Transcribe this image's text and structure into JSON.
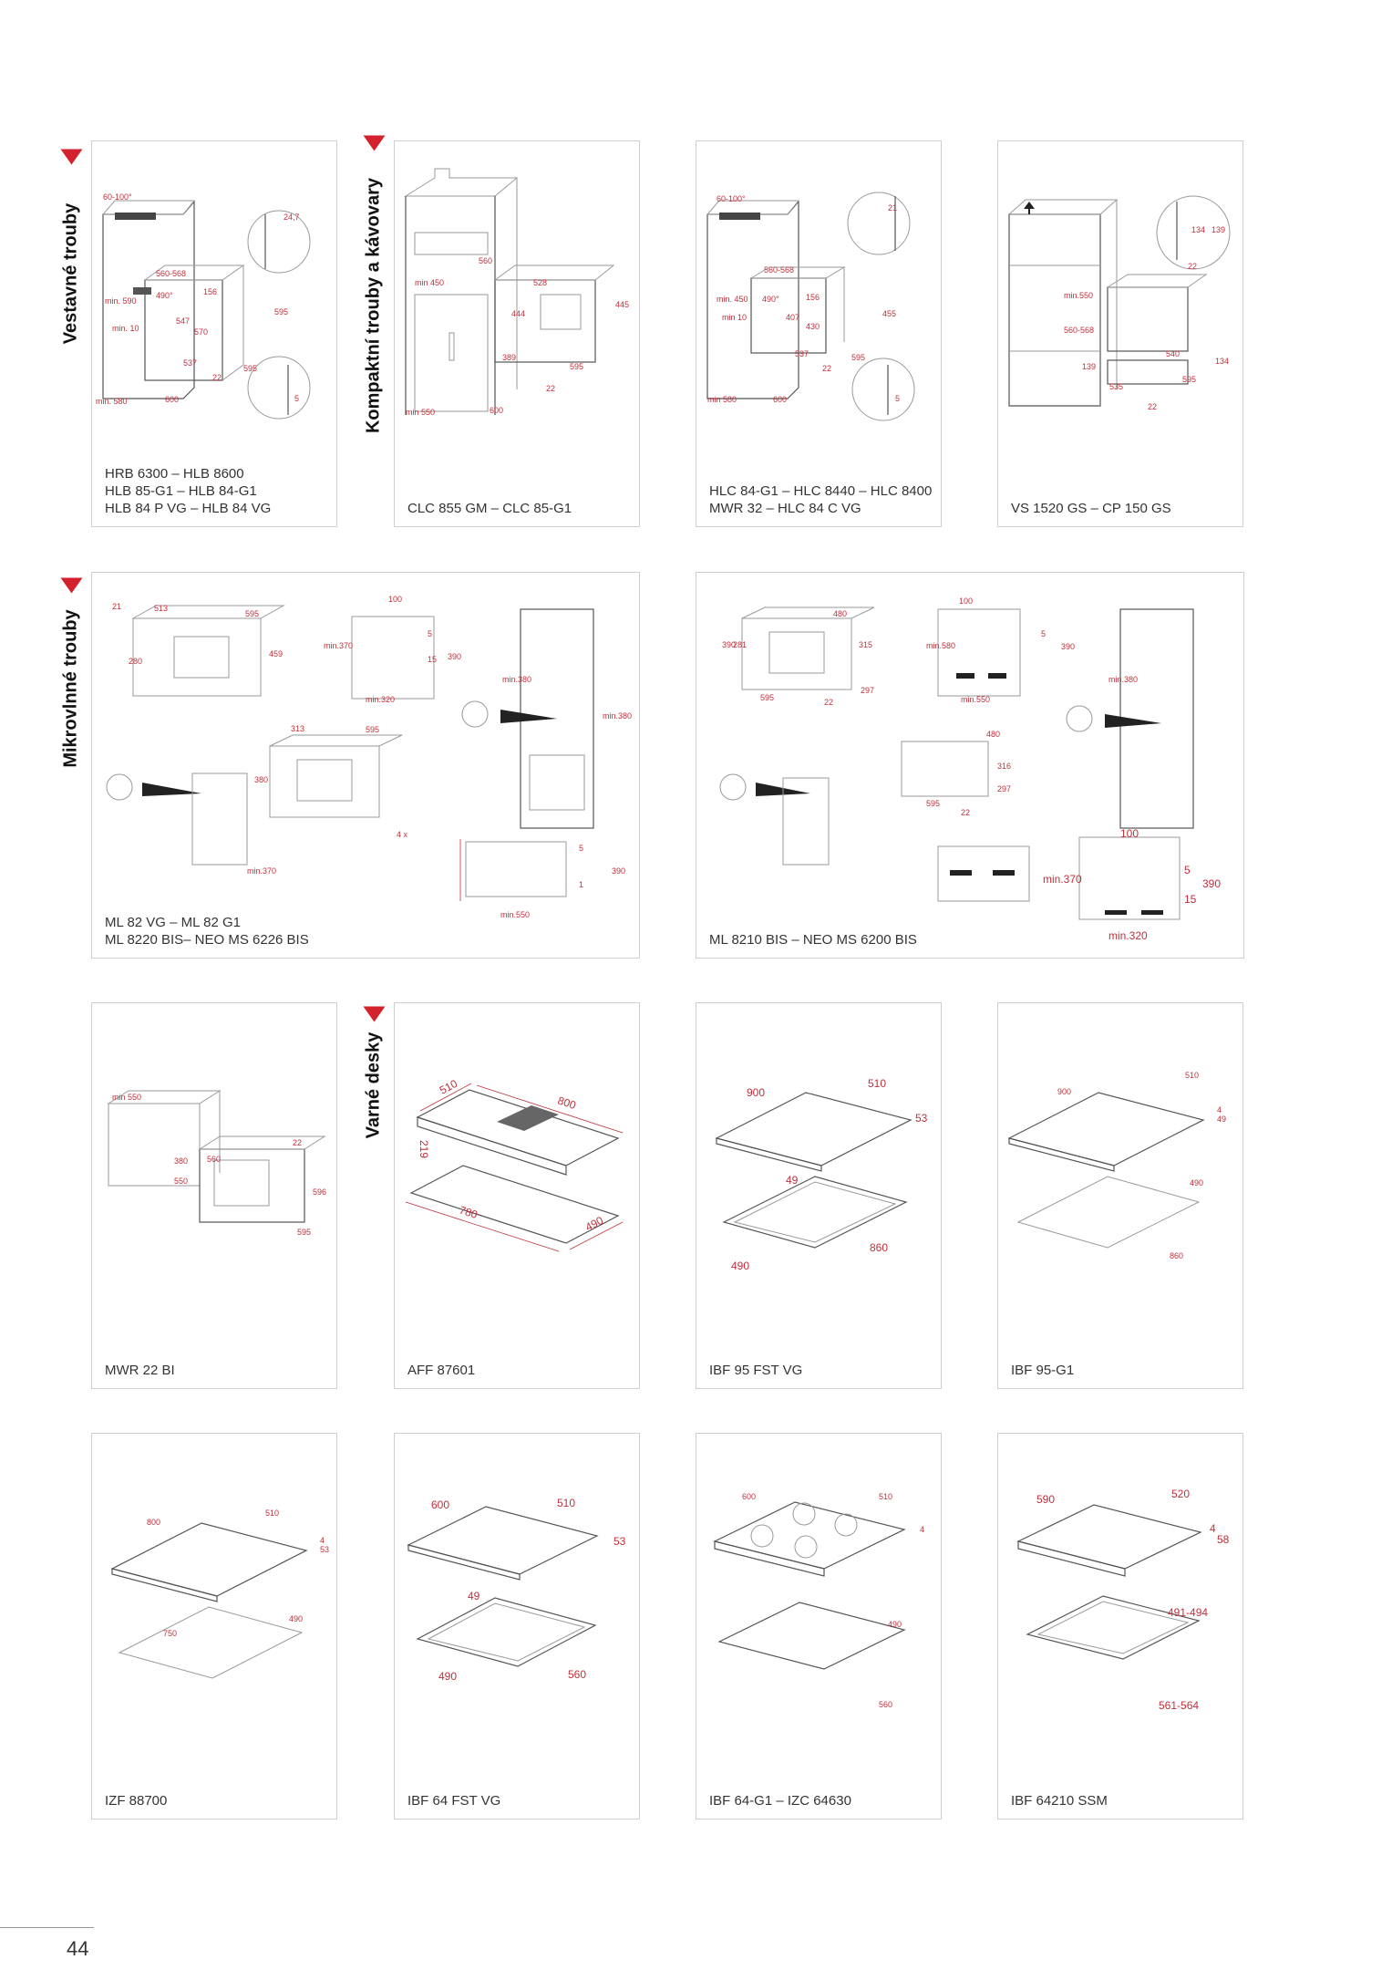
{
  "sections": {
    "built_in_ovens": "Vestavné trouby",
    "compact_ovens": "Kompaktní trouby a kávovary",
    "microwaves": "Mikrovlnné trouby",
    "hobs": "Varné desky"
  },
  "cards": [
    {
      "caption": "HRB 6300 – HLB 8600\nHLB 85-G1 – HLB 84-G1\nHLB 84 P VG – HLB 84 VG",
      "dims": [
        "60-100°",
        "24,7",
        "560-568",
        "min. 590",
        "490°",
        "156",
        "595",
        "min. 10",
        "547",
        "570",
        "537",
        "22",
        "595",
        "min. 580",
        "600",
        "5"
      ]
    },
    {
      "caption": "CLC 855 GM – CLC 85-G1",
      "dims": [
        "min 450",
        "560",
        "528",
        "445",
        "444",
        "389",
        "595",
        "22",
        "min 550",
        "600"
      ]
    },
    {
      "caption": "HLC 84-G1 – HLC 8440 – HLC 8400\nMWR 32 – HLC 84 C VG",
      "dims": [
        "60-100°",
        "21",
        "560-568",
        "min. 450",
        "490°",
        "156",
        "455",
        "min 10",
        "407",
        "430",
        "537",
        "595",
        "22",
        "min 580",
        "600",
        "5"
      ]
    },
    {
      "caption": "VS 1520 GS – CP 150 GS",
      "dims": [
        "134",
        "139",
        "22",
        "min.550",
        "560-568",
        "139",
        "540",
        "134",
        "535",
        "595",
        "22"
      ]
    },
    {
      "caption": "ML 82 VG – ML 82 G1\nML 8220 BIS– NEO MS 6226 BIS",
      "dims": [
        "21",
        "513",
        "595",
        "280",
        "459",
        "100",
        "min.370",
        "5",
        "390",
        "15",
        "min.320",
        "min.380",
        "min.380",
        "313",
        "595",
        "380",
        "min.370",
        "min.550",
        "5",
        "390",
        "1",
        "4 x"
      ]
    },
    {
      "caption": "ML 8210 BIS – NEO MS 6200 BIS",
      "dims": [
        "480",
        "100",
        "390",
        "281",
        "315",
        "min.580",
        "5",
        "390",
        "595",
        "22",
        "297",
        "min.550",
        "min.380",
        "480",
        "316",
        "297",
        "595",
        "22",
        "100",
        "min.370",
        "5",
        "390",
        "15",
        "min.320"
      ]
    },
    {
      "caption": "MWR 22 BI",
      "dims": [
        "min 550",
        "380",
        "560",
        "550",
        "22",
        "596",
        "595"
      ]
    },
    {
      "caption": "AFF 87601",
      "dims": [
        "510",
        "800",
        "219",
        "780",
        "490"
      ]
    },
    {
      "caption": "IBF 95 FST VG",
      "dims": [
        "900",
        "510",
        "53",
        "49",
        "490",
        "860"
      ]
    },
    {
      "caption": "IBF 95-G1",
      "dims": [
        "900",
        "510",
        "4",
        "49",
        "490",
        "860"
      ]
    },
    {
      "caption": "IZF 88700",
      "dims": [
        "800",
        "510",
        "4",
        "53",
        "750",
        "490"
      ]
    },
    {
      "caption": "IBF 64 FST VG",
      "dims": [
        "600",
        "510",
        "53",
        "49",
        "490",
        "560"
      ]
    },
    {
      "caption": "IBF 64-G1 – IZC 64630",
      "dims": [
        "600",
        "510",
        "4",
        "490",
        "560"
      ]
    },
    {
      "caption": "IBF 64210 SSM",
      "dims": [
        "590",
        "520",
        "4",
        "58",
        "491-494",
        "561-564"
      ]
    }
  ],
  "page_number": "44",
  "colors": {
    "accent": "#d3212d",
    "dimension": "#c0303b",
    "card_border": "#cfcfcf"
  }
}
